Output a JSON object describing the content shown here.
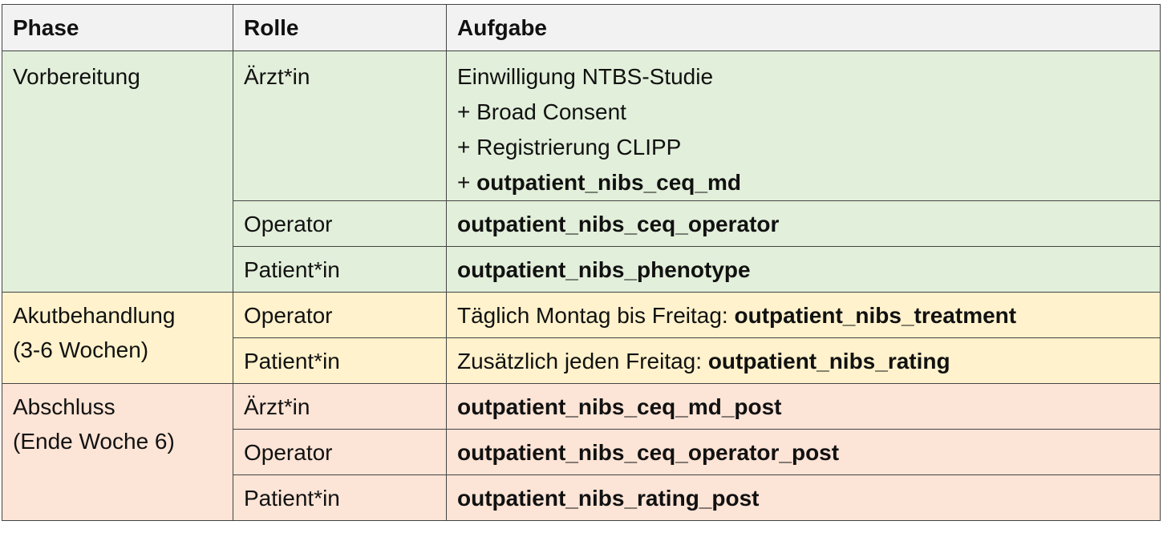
{
  "colors": {
    "header_bg": "#f2f2f2",
    "vorbereitung_bg": "#e2efda",
    "akutbehandlung_bg": "#fff2cc",
    "abschluss_bg": "#fce4d6",
    "border": "#444444"
  },
  "headers": {
    "phase": "Phase",
    "rolle": "Rolle",
    "aufgabe": "Aufgabe"
  },
  "phases": {
    "vorbereitung": {
      "line1": "Vorbereitung"
    },
    "akutbehandlung": {
      "line1": "Akutbehandlung",
      "line2": "(3-6 Wochen)"
    },
    "abschluss": {
      "line1": "Abschluss",
      "line2": "(Ende Woche 6)"
    }
  },
  "rows": {
    "vor_arzt": {
      "rolle": "Ärzt*in",
      "aufgabe_line1": "Einwilligung NTBS-Studie",
      "aufgabe_line2": "+ Broad Consent",
      "aufgabe_line3": "+ Registrierung CLIPP",
      "aufgabe_line4_prefix": "+ ",
      "aufgabe_line4_bold": "outpatient_nibs_ceq_md"
    },
    "vor_operator": {
      "rolle": "Operator",
      "aufgabe_bold": "outpatient_nibs_ceq_operator"
    },
    "vor_patient": {
      "rolle": "Patient*in",
      "aufgabe_bold": "outpatient_nibs_phenotype"
    },
    "akut_operator": {
      "rolle": "Operator",
      "aufgabe_prefix": "Täglich Montag bis Freitag: ",
      "aufgabe_bold": "outpatient_nibs_treatment"
    },
    "akut_patient": {
      "rolle": "Patient*in",
      "aufgabe_prefix": "Zusätzlich jeden Freitag: ",
      "aufgabe_bold": "outpatient_nibs_rating"
    },
    "abs_arzt": {
      "rolle": "Ärzt*in",
      "aufgabe_bold": "outpatient_nibs_ceq_md_post"
    },
    "abs_operator": {
      "rolle": "Operator",
      "aufgabe_bold": "outpatient_nibs_ceq_operator_post"
    },
    "abs_patient": {
      "rolle": "Patient*in",
      "aufgabe_bold": "outpatient_nibs_rating_post"
    }
  }
}
